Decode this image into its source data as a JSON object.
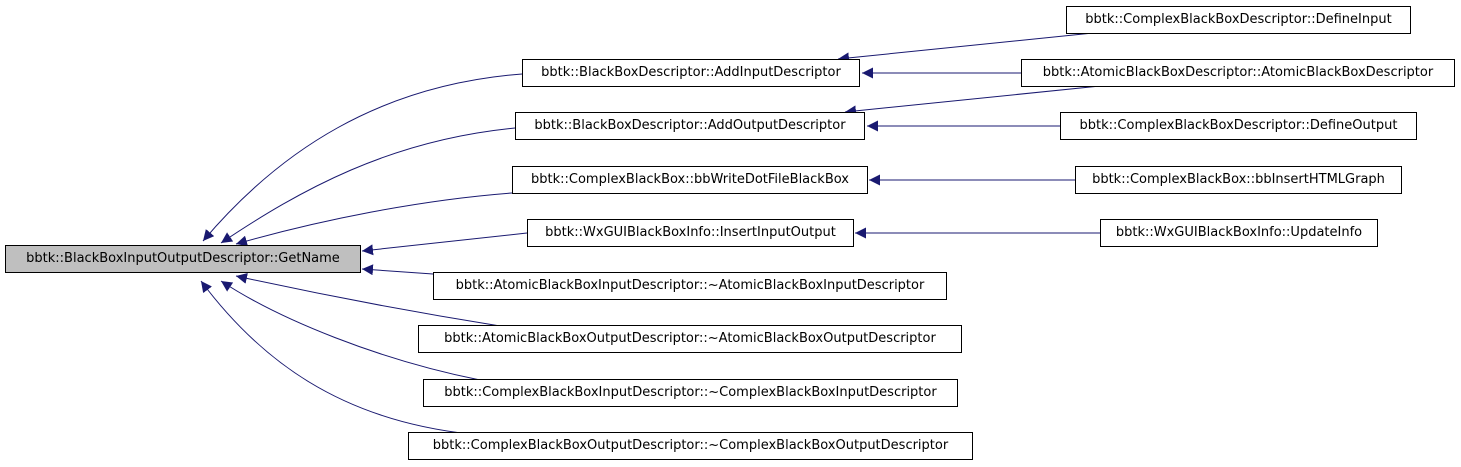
{
  "graph": {
    "edge_color": "#191970",
    "root_fill": "#bfbfbf",
    "nodes": {
      "root": "bbtk::BlackBoxInputOutputDescriptor::GetName",
      "add_input": "bbtk::BlackBoxDescriptor::AddInputDescriptor",
      "add_output": "bbtk::BlackBoxDescriptor::AddOutputDescriptor",
      "write_dot": "bbtk::ComplexBlackBox::bbWriteDotFileBlackBox",
      "insert_io": "bbtk::WxGUIBlackBoxInfo::InsertInputOutput",
      "atomic_input_dtor": "bbtk::AtomicBlackBoxInputDescriptor::~AtomicBlackBoxInputDescriptor",
      "atomic_output_dtor": "bbtk::AtomicBlackBoxOutputDescriptor::~AtomicBlackBoxOutputDescriptor",
      "complex_input_dtor": "bbtk::ComplexBlackBoxInputDescriptor::~ComplexBlackBoxInputDescriptor",
      "complex_output_dtor": "bbtk::ComplexBlackBoxOutputDescriptor::~ComplexBlackBoxOutputDescriptor",
      "define_input": "bbtk::ComplexBlackBoxDescriptor::DefineInput",
      "atomic_ctor": "bbtk::AtomicBlackBoxDescriptor::AtomicBlackBoxDescriptor",
      "define_output": "bbtk::ComplexBlackBoxDescriptor::DefineOutput",
      "insert_html": "bbtk::ComplexBlackBox::bbInsertHTMLGraph",
      "update_info": "bbtk::WxGUIBlackBoxInfo::UpdateInfo"
    }
  }
}
